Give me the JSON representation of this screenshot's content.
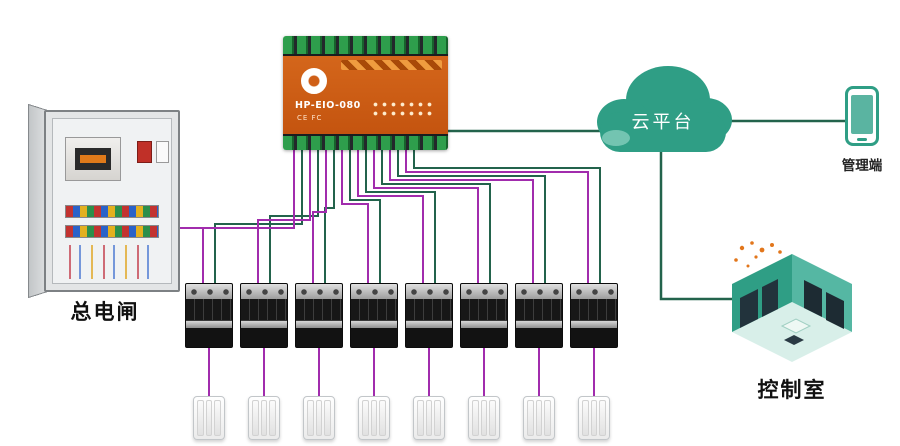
{
  "labels": {
    "cabinet": "总电闸",
    "cloud": "云平台",
    "phone": "管理端",
    "control_room": "控制室"
  },
  "device": {
    "model": "HP-EIO-080",
    "marks": "CE FC"
  },
  "colors": {
    "wire_purple": "#a12cad",
    "wire_green": "#23634c",
    "cloud_teal": "#2f9e85",
    "cloud_highlight": "#7fcab8",
    "device_orange": "#cc5d15"
  }
}
